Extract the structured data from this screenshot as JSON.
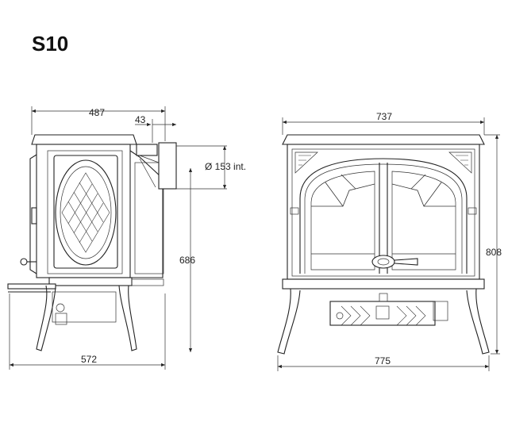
{
  "model": "S10",
  "dimensions": {
    "side_depth": "487",
    "flue_offset": "43",
    "flue_diameter": "Ø 153 int.",
    "flue_height": "686",
    "side_leg_depth": "572",
    "front_width": "737",
    "front_height": "808",
    "front_leg_width": "775"
  }
}
